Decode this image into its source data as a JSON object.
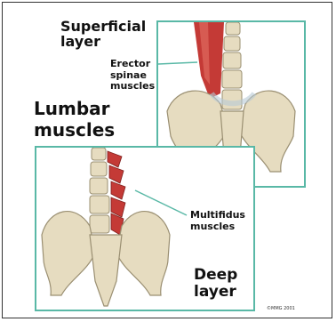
{
  "labels": {
    "superficial": "Superficial layer",
    "erector": "Erector spinae muscles",
    "title": "Lumbar muscles",
    "multifidus": "Multifidus muscles",
    "deep": "Deep layer",
    "copyright": "©MMG 2001"
  },
  "colors": {
    "panel_border": "#59b8a6",
    "bone": "#e6dcc0",
    "muscle": "#c43a36",
    "muscle_highlight": "#e06a5e"
  }
}
